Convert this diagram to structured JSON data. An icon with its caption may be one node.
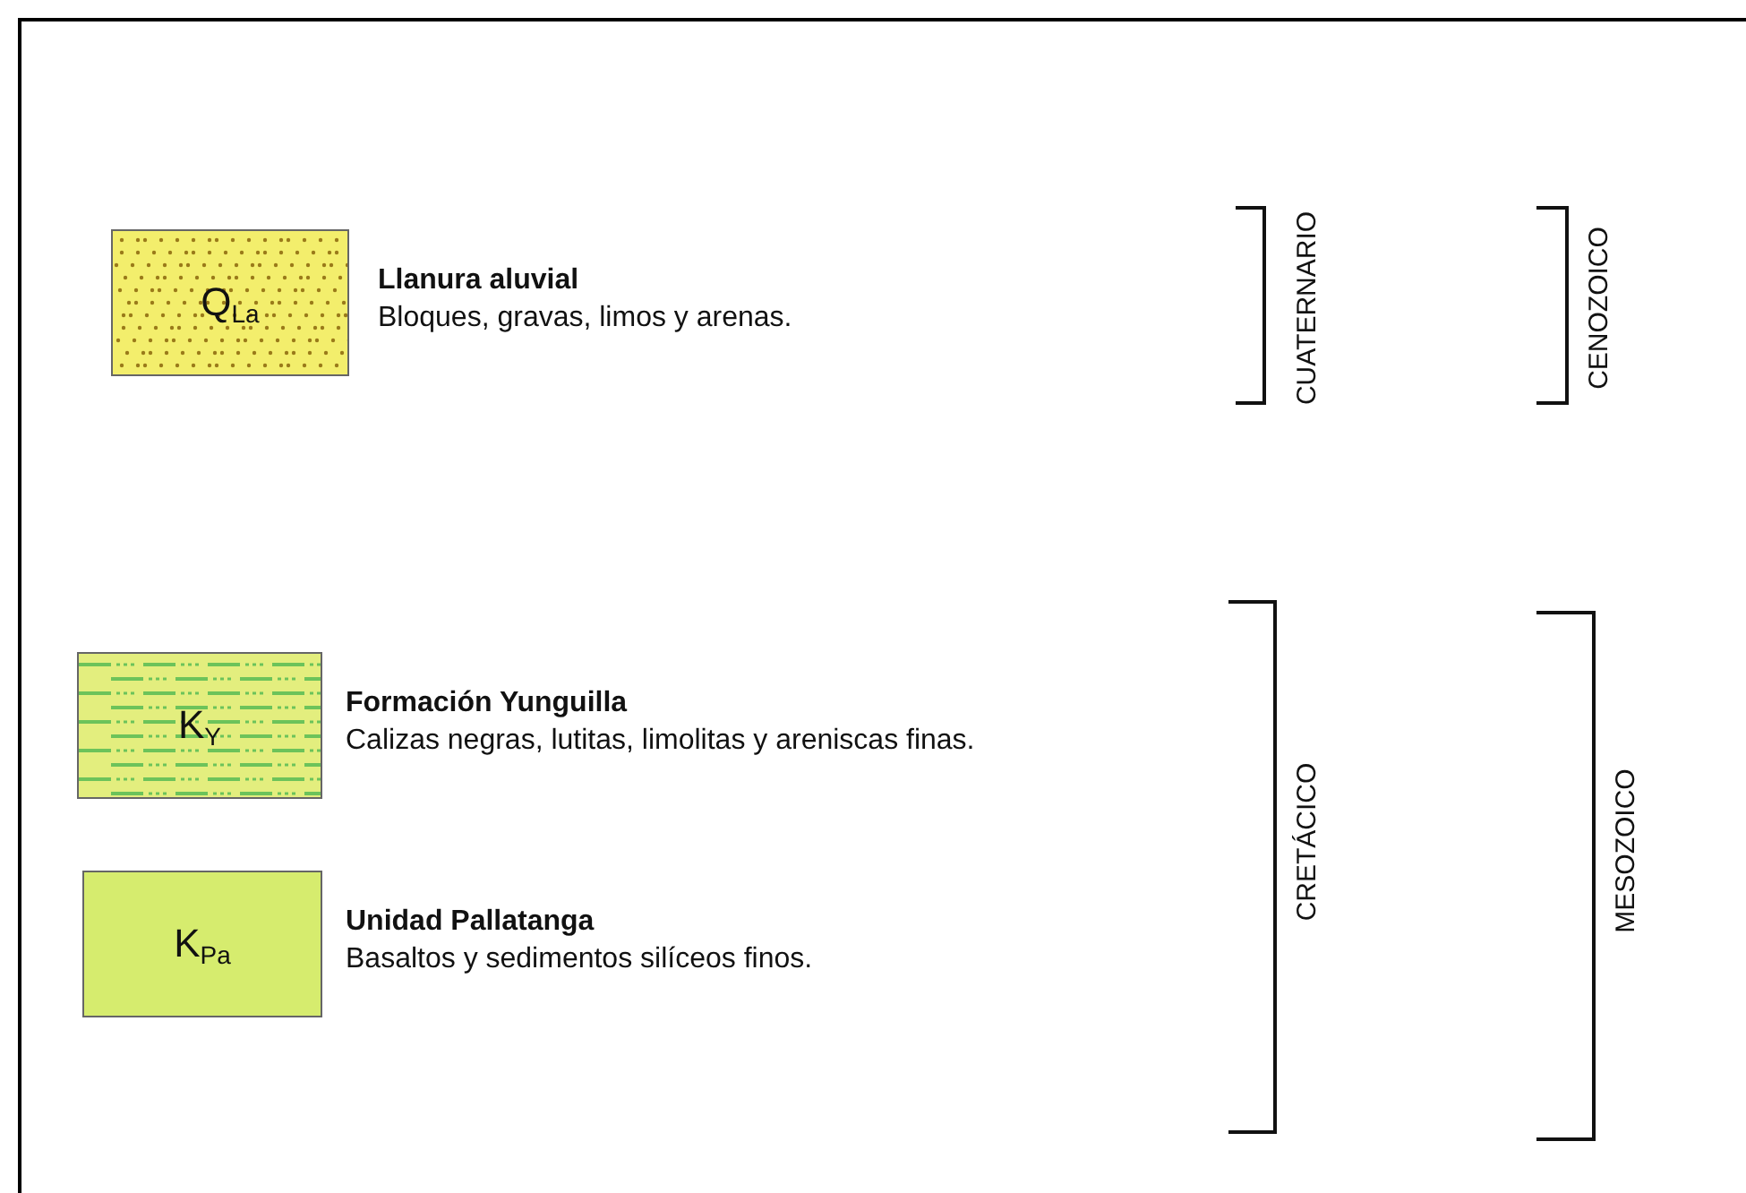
{
  "diagram": {
    "nodes": [
      {
        "text": [
          "Q$_{La}$"
        ],
        "beside": [
          "Llanura aluvial",
          "Bloques, gravas, limos y arenas."
        ]
      },
      {
        "text": [
          "K$_{Y}$"
        ],
        "beside": [
          "Formación Yunguilla",
          "Calizas negras, lutitas, limolitas y areniscas finas."
        ]
      },
      {
        "text": [
          "K$_{Pa}$"
        ],
        "beside": [
          "Unidad Pallatanga",
          "Basaltos y sedimentos silíceos finos."
        ]
      }
    ],
    "labels": [
      "CUATERNARIO",
      "CENOZOICO",
      "CRETÁCICO",
      "MESOZOICO"
    ]
  }
}
